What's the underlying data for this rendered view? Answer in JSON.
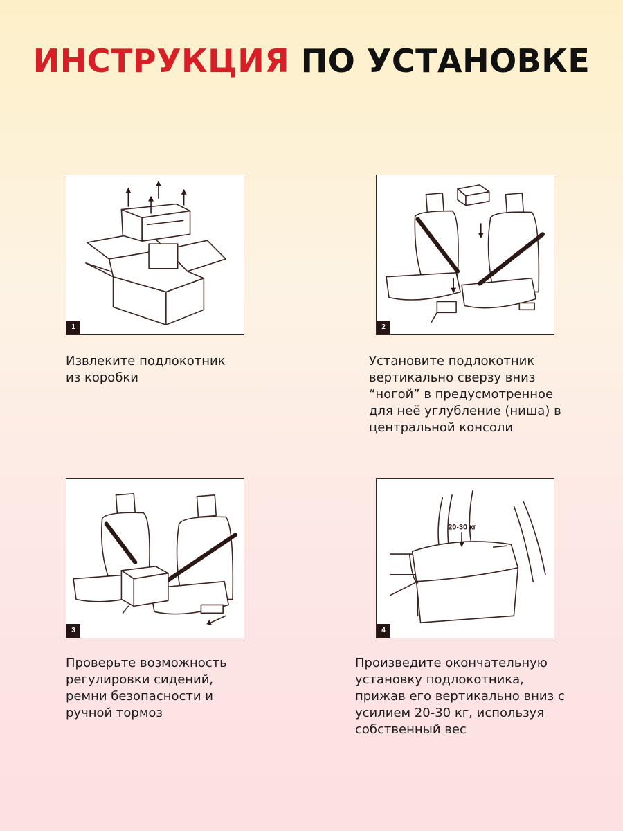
{
  "title": {
    "part1": "ИНСТРУКЦИЯ",
    "part2": "ПО УСТАНОВКЕ"
  },
  "colors": {
    "accent": "#d61f26",
    "text": "#111111",
    "badge": "#241512"
  },
  "steps": [
    {
      "number": "1",
      "caption": "Извлеките подлокотник\nиз коробки"
    },
    {
      "number": "2",
      "caption": "Установите подлокотник\nвертикально сверзу вниз\n“ногой” в предусмотренное\nдля неё углубление (ниша) в\nцентральной консоли"
    },
    {
      "number": "3",
      "caption": "Проверьте возможность\nрегулировки сидений,\nремни безопасности и\nручной тормоз"
    },
    {
      "number": "4",
      "caption": "Произведите окончательную\nустановку подлокотника,\nприжав его вертикально вниз с\nусилием 20-30 кг, используя\nсобственный вес",
      "weight_label": "20-30 кг"
    }
  ]
}
